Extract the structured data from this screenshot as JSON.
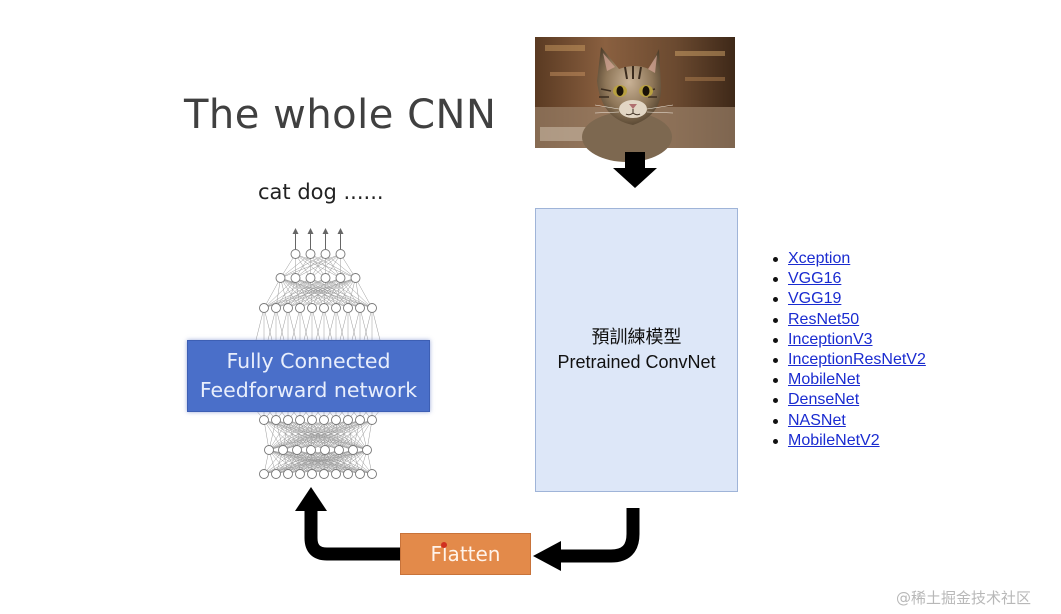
{
  "title": "The whole CNN",
  "output_labels": "cat dog ......",
  "fc_network": {
    "line1": "Fully Connected",
    "line2": "Feedforward network"
  },
  "pretrained": {
    "line1": "預訓練模型",
    "line2": "Pretrained ConvNet"
  },
  "models": [
    "Xception",
    "VGG16",
    "VGG19",
    "ResNet50",
    "InceptionV3",
    "InceptionResNetV2",
    "MobileNet",
    "DenseNet",
    "NASNet",
    "MobileNetV2"
  ],
  "flatten": "Flatten",
  "watermark": "@稀土掘金技术社区",
  "colors": {
    "fc_box": "#4a6fc9",
    "pretrained_box": "#dde7f8",
    "flatten_box": "#e38a4a",
    "link": "#1a2bd0",
    "arrow": "#000000"
  },
  "icons": {
    "photo": "cat-photo",
    "arrows": [
      "arrow-down-icon",
      "arrow-curve-left-icon",
      "arrow-curve-up-icon"
    ]
  }
}
